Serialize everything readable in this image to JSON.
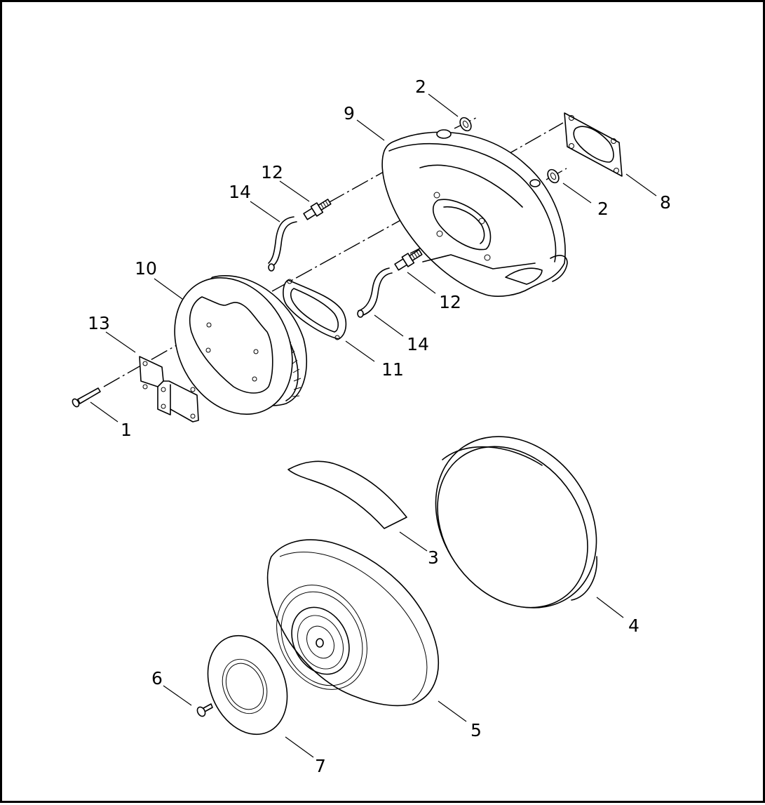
{
  "diagram": {
    "callouts": [
      {
        "id": "c1",
        "text": "1"
      },
      {
        "id": "c2a",
        "text": "2"
      },
      {
        "id": "c2b",
        "text": "2"
      },
      {
        "id": "c3",
        "text": "3"
      },
      {
        "id": "c4",
        "text": "4"
      },
      {
        "id": "c5",
        "text": "5"
      },
      {
        "id": "c6",
        "text": "6"
      },
      {
        "id": "c7",
        "text": "7"
      },
      {
        "id": "c8",
        "text": "8"
      },
      {
        "id": "c9",
        "text": "9"
      },
      {
        "id": "c10",
        "text": "10"
      },
      {
        "id": "c11",
        "text": "11"
      },
      {
        "id": "c12a",
        "text": "12"
      },
      {
        "id": "c12b",
        "text": "12"
      },
      {
        "id": "c13",
        "text": "13"
      },
      {
        "id": "c14a",
        "text": "14"
      },
      {
        "id": "c14b",
        "text": "14"
      }
    ]
  }
}
